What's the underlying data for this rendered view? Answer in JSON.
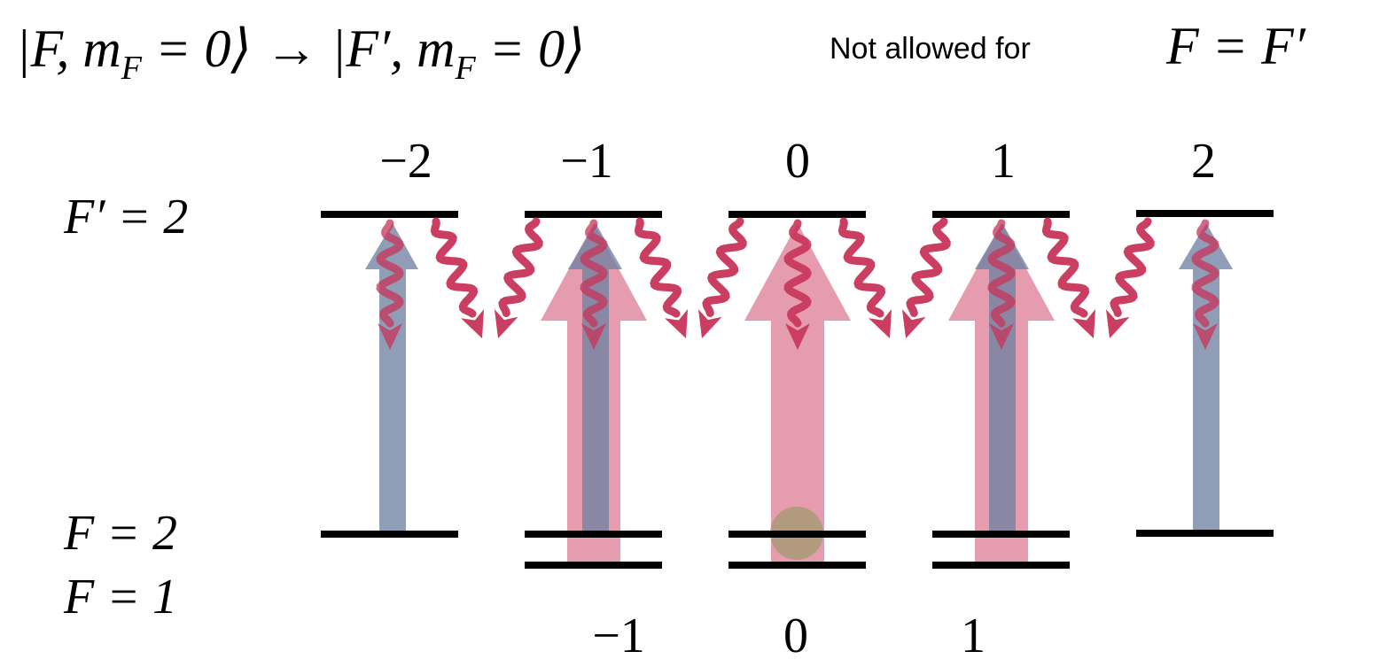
{
  "header": {
    "transition": "|F, m_F = 0⟩ → |F′, m_F = 0⟩",
    "transition_left": "|F, m",
    "transition_sub": "F",
    "transition_mid": " = 0⟩ → |F′, m",
    "transition_sub2": "F",
    "transition_end": " = 0⟩",
    "note": "Not allowed for",
    "condition": "F = F′"
  },
  "levels": {
    "excited": "F′ = 2",
    "ground_upper": "F = 2",
    "ground_lower": "F = 1"
  },
  "top_mf_labels": [
    "−2",
    "−1",
    "0",
    "1",
    "2"
  ],
  "bottom_mf_labels": [
    "−1",
    "0",
    "1"
  ],
  "colors": {
    "level_line": "#000000",
    "pump_blue": "#6f82a3",
    "pump_pink": "#d65a7a",
    "decay_wave": "#c8345a",
    "dark_state": "#9a9a6a"
  }
}
